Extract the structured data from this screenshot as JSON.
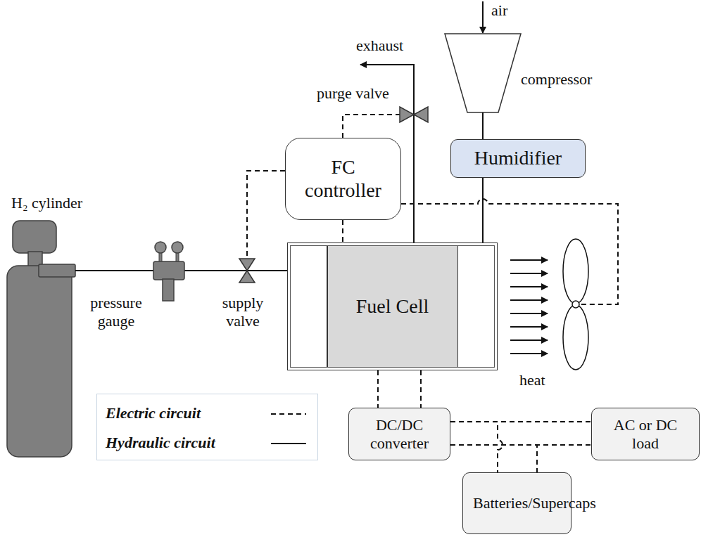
{
  "diagram": {
    "nodes": [
      {
        "text": [
          "FC controller"
        ]
      },
      {
        "text": [
          "Humidifier"
        ]
      },
      {
        "text": [
          "Fuel Cell"
        ]
      },
      {
        "text": [
          "DC/DC converter"
        ]
      },
      {
        "text": [
          "AC or DC load"
        ]
      },
      {
        "text": [
          "Batteries/Supercaps"
        ]
      }
    ],
    "edges": [
      {
        "from": 0,
        "to": 2,
        "arrow": "none"
      },
      {
        "from": 1,
        "to": 2,
        "arrow": "none"
      },
      {
        "from": 2,
        "to": 3,
        "arrow": "none"
      },
      {
        "from": 2,
        "to": 3,
        "arrow": "none"
      },
      {
        "from": 3,
        "to": 4,
        "arrow": "none"
      },
      {
        "from": 3,
        "to": 4,
        "arrow": "none"
      },
      {
        "from": 3,
        "to": 5,
        "arrow": "none"
      },
      {
        "from": 3,
        "to": 5,
        "arrow": "none"
      }
    ],
    "labels": [
      "H₂ cylinder",
      "pressure gauge",
      "supply valve",
      "purge valve",
      "exhaust",
      "air",
      "compressor",
      "heat"
    ],
    "legend": [
      {
        "text": "Electric circuit"
      },
      {
        "text": "Hydraulic circuit"
      }
    ]
  }
}
